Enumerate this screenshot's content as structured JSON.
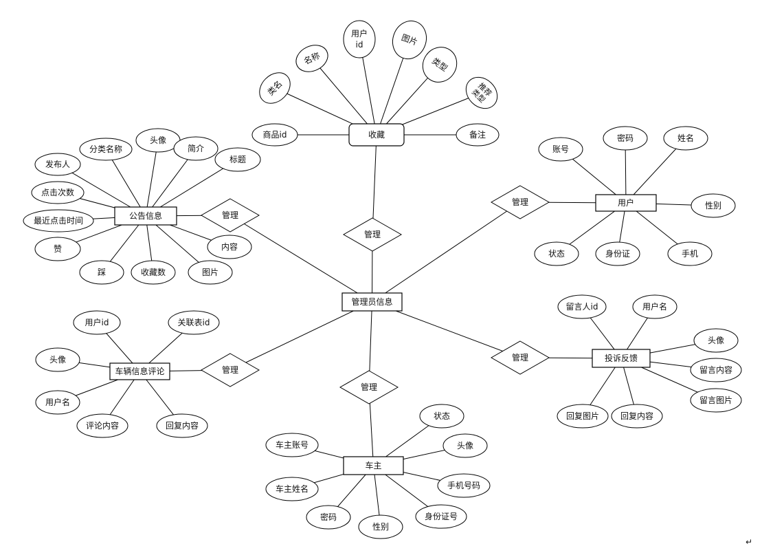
{
  "entities": {
    "fav": "收藏",
    "notice": "公告信息",
    "user": "用户",
    "admin": "管理员信息",
    "comment": "车辆信息评论",
    "feedback": "投诉反馈",
    "owner": "车主"
  },
  "relations": {
    "r_fav": "管理",
    "r_notice": "管理",
    "r_user": "管理",
    "r_comment": "管理",
    "r_feedback": "管理",
    "r_owner": "管理"
  },
  "attributes": {
    "fav_leiming": "类名",
    "fav_mingcheng": "名称",
    "fav_yonghuid": "用户id",
    "fav_tupian": "图片",
    "fav_leixing": "类型",
    "fav_tuijian": "推荐类型",
    "fav_shangpinid": "商品id",
    "fav_beizhu": "备注",
    "notice_fabuqi": "发布人",
    "notice_fenlei": "分类名称",
    "notice_touxiang": "头像",
    "notice_jianjie": "简介",
    "notice_biaoti": "标题",
    "notice_dianji": "点击次数",
    "notice_zuijin": "最近点击时间",
    "notice_zan": "赞",
    "notice_cai": "踩",
    "notice_shoucang": "收藏数",
    "notice_tupian": "图片",
    "notice_neirong": "内容",
    "user_zhanghao": "账号",
    "user_mima": "密码",
    "user_xingming": "姓名",
    "user_xingbie": "性别",
    "user_zhuangtai": "状态",
    "user_shenfen": "身份证",
    "user_shouji": "手机",
    "cmt_yonghuid": "用户id",
    "cmt_guanlian": "关联表id",
    "cmt_touxiang": "头像",
    "cmt_yonghuming": "用户名",
    "cmt_pinglun": "评论内容",
    "cmt_huifu": "回复内容",
    "fb_liuyanren": "留言人id",
    "fb_yonghuming": "用户名",
    "fb_touxiang": "头像",
    "fb_liuyan": "留言内容",
    "fb_liuyantupian": "留言图片",
    "fb_huifutupian": "回复图片",
    "fb_huifuneirong": "回复内容",
    "own_zhuangtai": "状态",
    "own_touxiang": "头像",
    "own_zhanghao": "车主账号",
    "own_xingming": "车主姓名",
    "own_shouji": "手机号码",
    "own_mima": "密码",
    "own_xingbie": "性别",
    "own_shenfen": "身份证号"
  },
  "corner_mark": "↵"
}
